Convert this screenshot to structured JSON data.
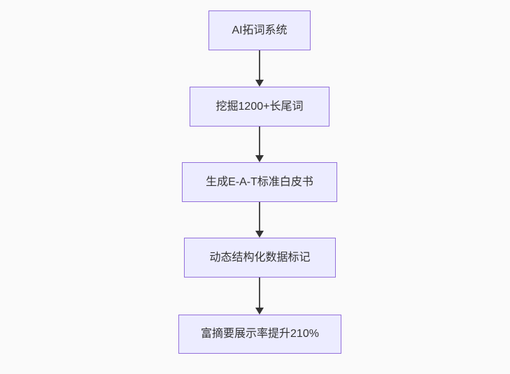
{
  "diagram": {
    "type": "flowchart-top-down",
    "background_color": "#fafafa",
    "node_fill_color": "#ececff",
    "node_border_color": "#9370db",
    "text_color": "#333333",
    "arrow_color": "#333333",
    "nodes": [
      {
        "id": "n1",
        "label": "AI拓词系统"
      },
      {
        "id": "n2",
        "label": "挖掘1200+长尾词"
      },
      {
        "id": "n3",
        "label": "生成E-A-T标准白皮书"
      },
      {
        "id": "n4",
        "label": "动态结构化数据标记"
      },
      {
        "id": "n5",
        "label": "富摘要展示率提升210%"
      }
    ],
    "edges": [
      {
        "from": "n1",
        "to": "n2"
      },
      {
        "from": "n2",
        "to": "n3"
      },
      {
        "from": "n3",
        "to": "n4"
      },
      {
        "from": "n4",
        "to": "n5"
      }
    ]
  }
}
